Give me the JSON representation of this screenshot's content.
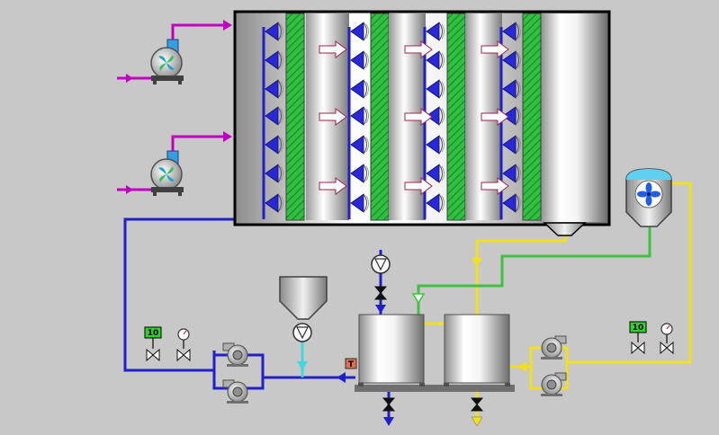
{
  "process": {
    "left_gauge": {
      "value": "10"
    },
    "right_gauge": {
      "value": "10"
    },
    "tank_sensor": {
      "tag": "T"
    }
  },
  "colors": {
    "background": "#c8c8c8",
    "blue_line": "#2020c8",
    "magenta_line": "#c000c0",
    "yellow_line": "#f0e020",
    "green_line": "#40c040",
    "nozzle": "#2828d8",
    "filter_green": "#30c040",
    "badge_green": "#30d030",
    "sensor_orange": "#e07050"
  },
  "icons": [
    "fan-icon",
    "pump-icon",
    "valve-icon",
    "pressure-gauge-icon",
    "flow-arrow-icon",
    "temperature-sensor-icon"
  ]
}
